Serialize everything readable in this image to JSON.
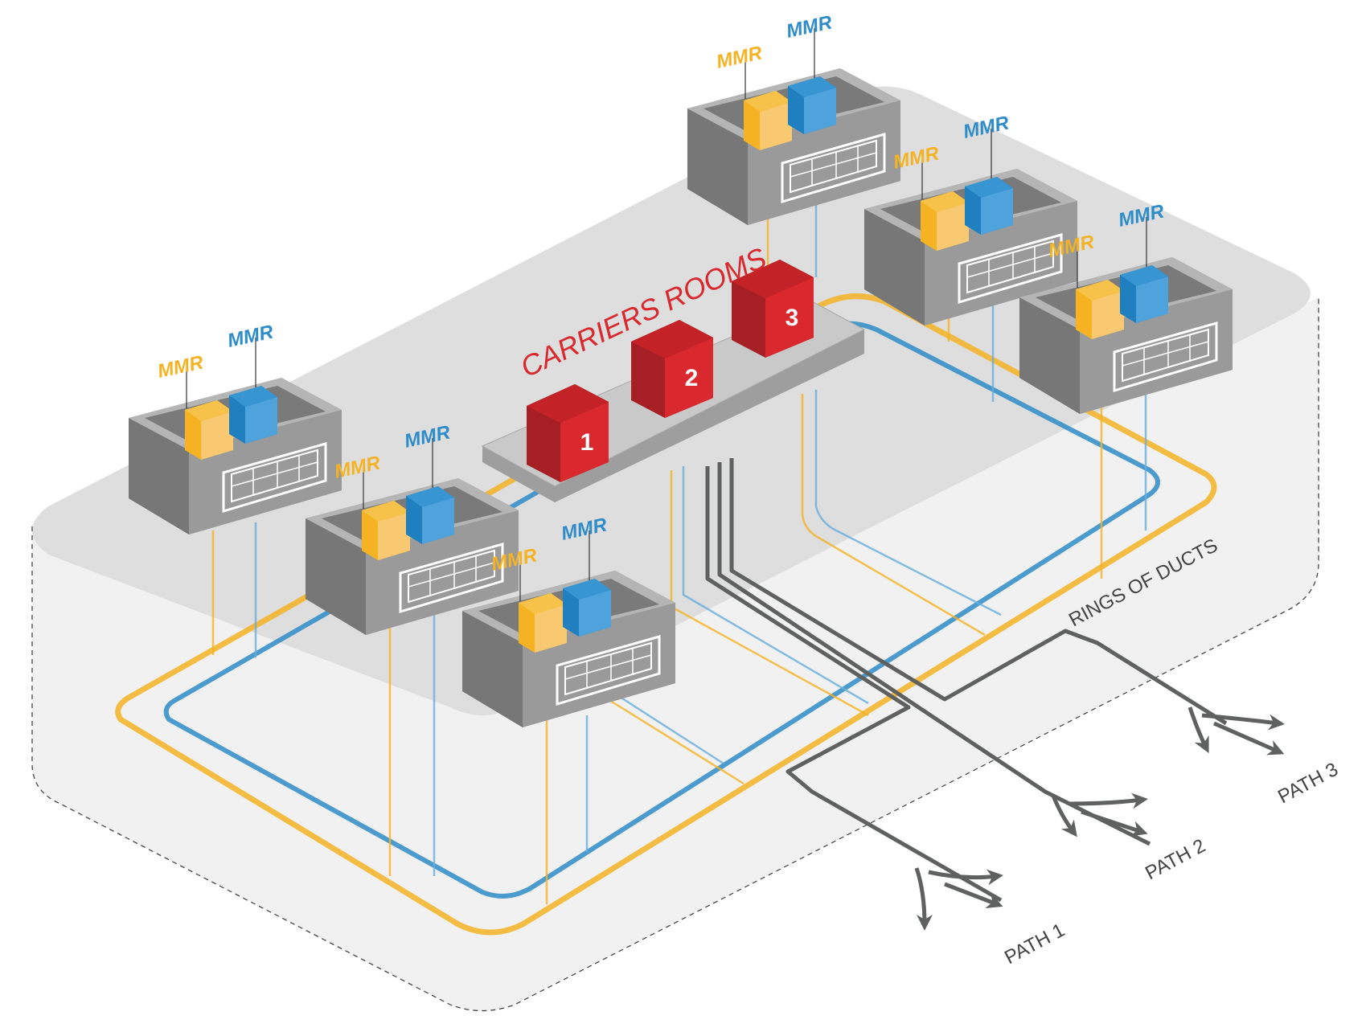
{
  "colors": {
    "orange": "#F5B324",
    "orange_light": "#F8C970",
    "blue": "#2E8CC9",
    "blue_light": "#6AAEDD",
    "red": "#D9282E",
    "red_dark": "#A61F24",
    "gray_ring": "#5F6060",
    "platform": "#DCDCDC",
    "room_front": "#8E8E8E",
    "room_side": "#6E6E6E"
  },
  "carriers": {
    "title": "CARRIERS ROOMS",
    "rooms": [
      "1",
      "2",
      "3"
    ]
  },
  "mmr_rooms": [
    {
      "orange_label": "MMR",
      "blue_label": "MMR"
    },
    {
      "orange_label": "MMR",
      "blue_label": "MMR"
    },
    {
      "orange_label": "MMR",
      "blue_label": "MMR"
    },
    {
      "orange_label": "MMR",
      "blue_label": "MMR"
    },
    {
      "orange_label": "MMR",
      "blue_label": "MMR"
    },
    {
      "orange_label": "MMR",
      "blue_label": "MMR"
    }
  ],
  "rings_label": "RINGS OF DUCTS",
  "paths": [
    "PATH 1",
    "PATH 2",
    "PATH 3"
  ]
}
